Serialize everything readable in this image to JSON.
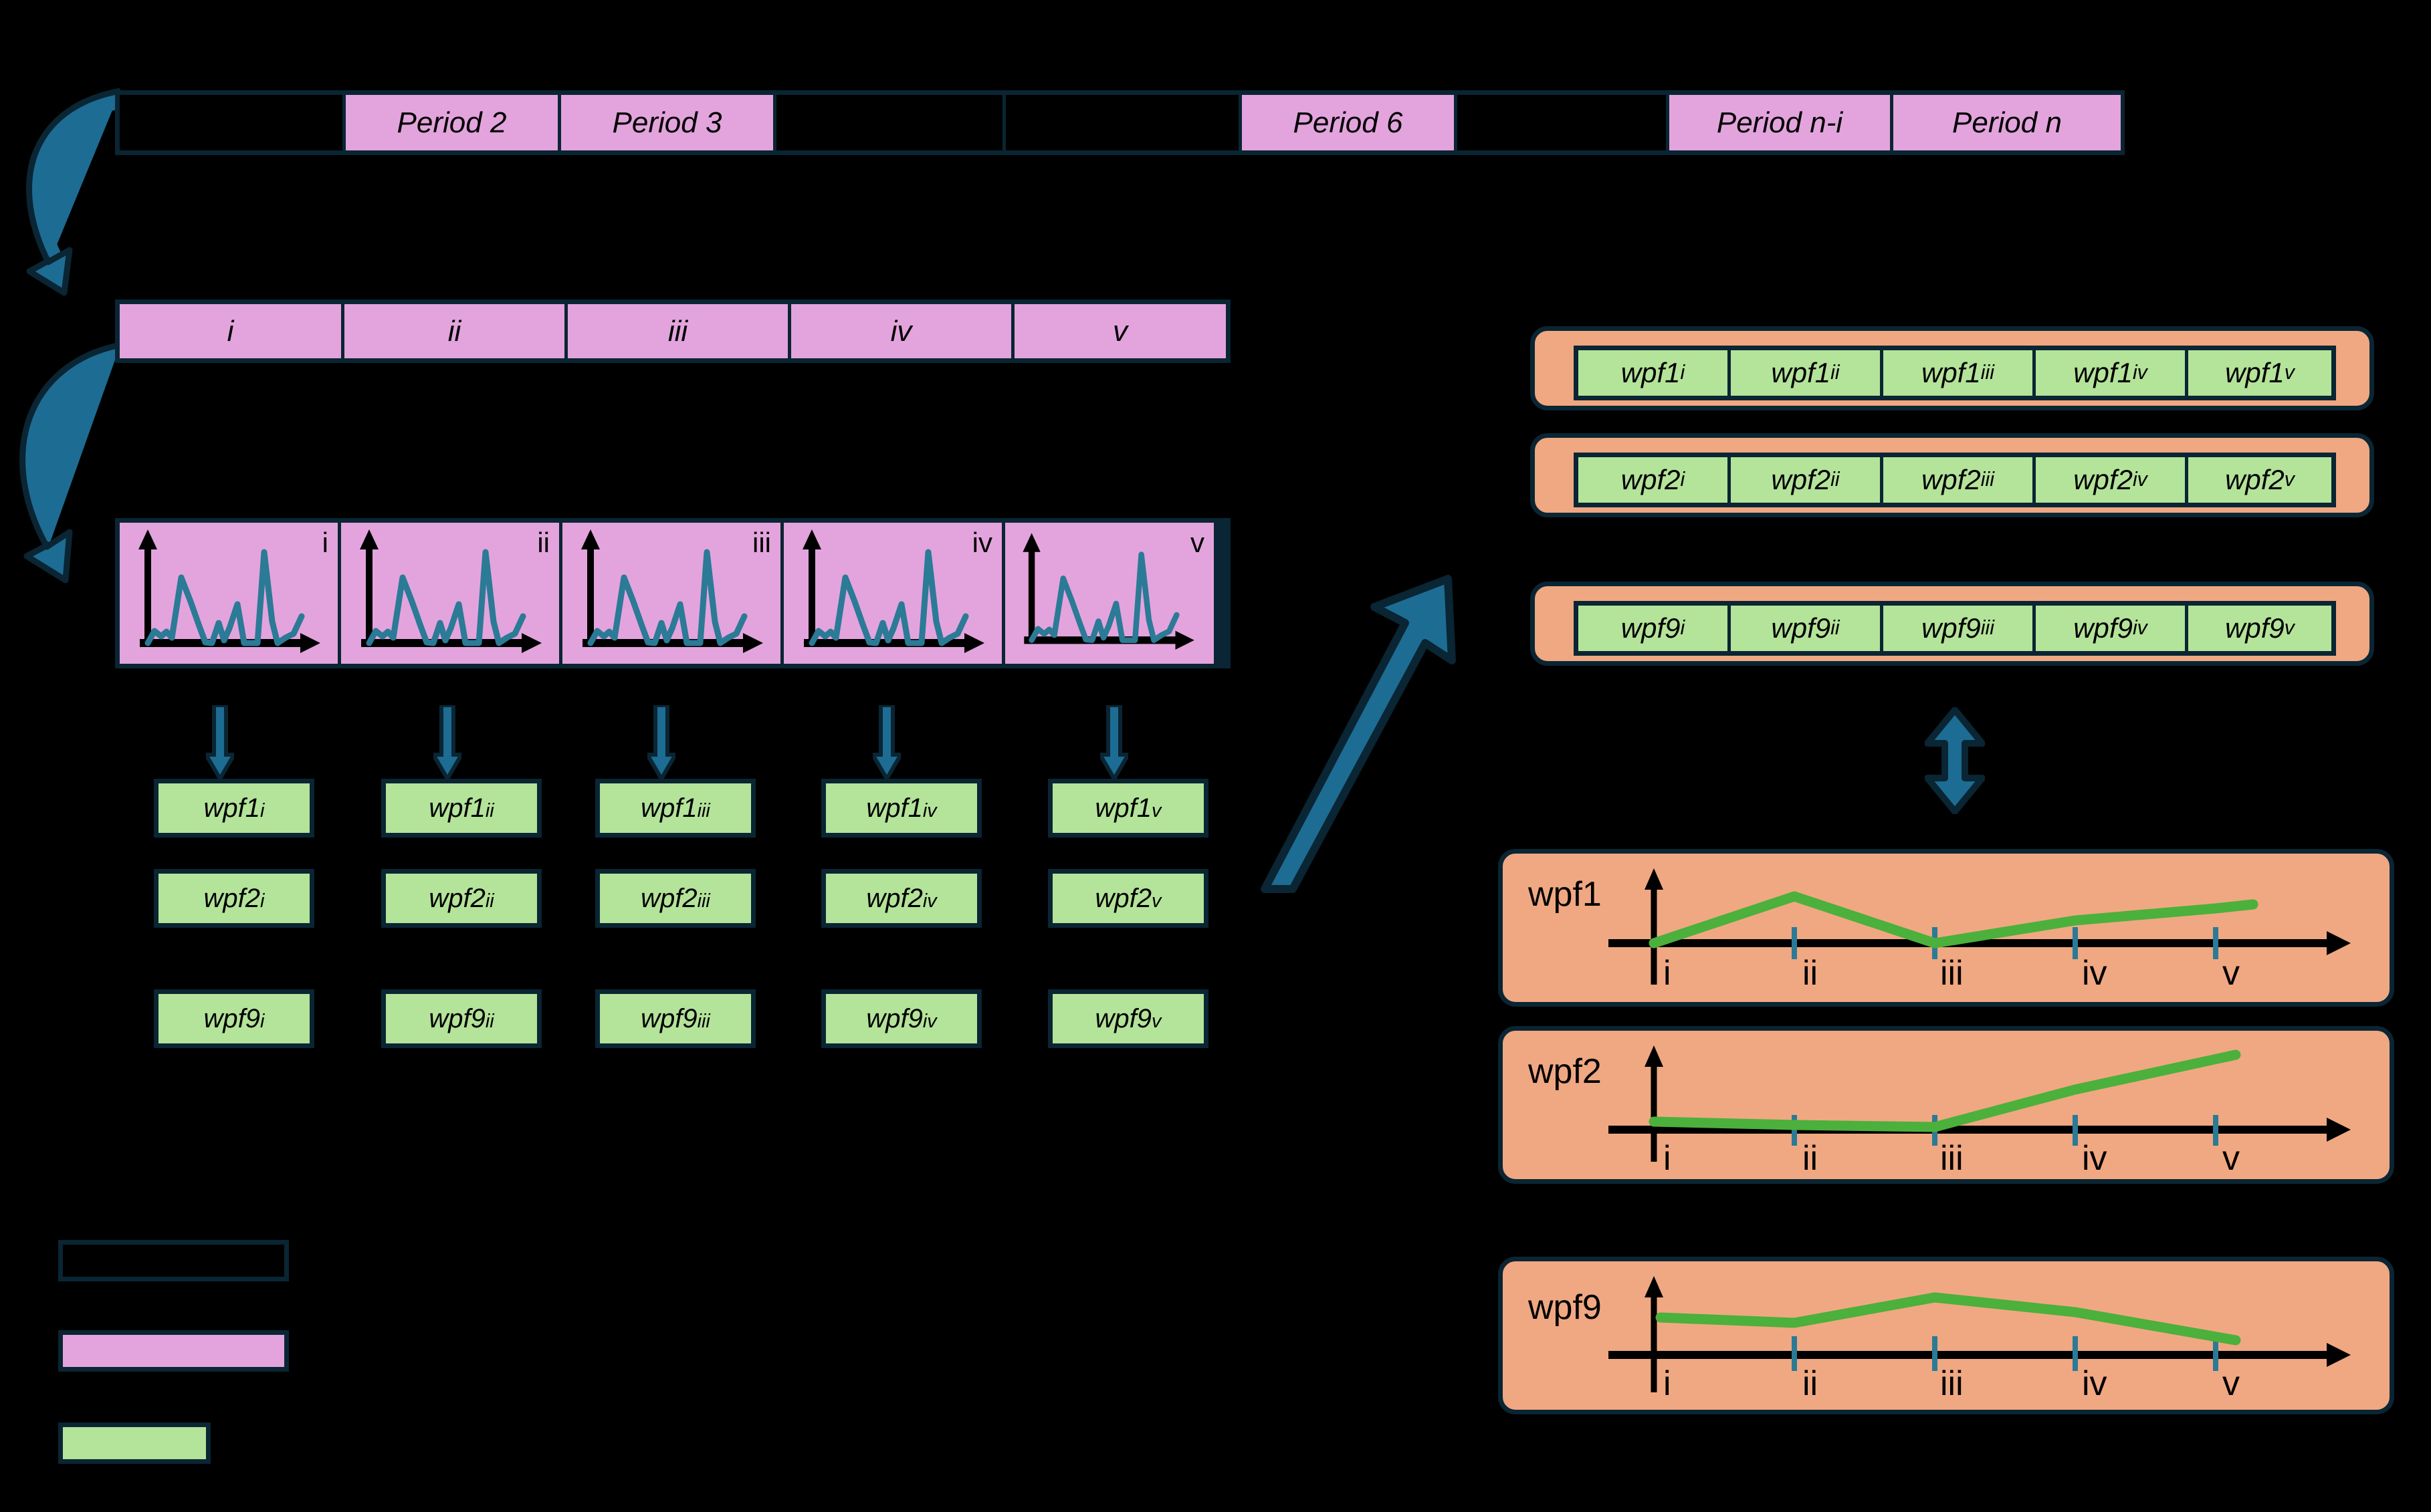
{
  "colors": {
    "background": "#000000",
    "outline": "#0a2533",
    "period_fill": "#e3a4dd",
    "wpf_fill": "#b4e39a",
    "panel_fill": "#f0a882",
    "arrow_fill": "#1d6c93",
    "series_line": "#4cb03c",
    "signal_line": "#2b7a96",
    "tick_mark": "#2b7a96"
  },
  "period_bar": {
    "name": "period-timeline",
    "cells": [
      {
        "label": "",
        "filled": false
      },
      {
        "label": "Period 2",
        "filled": true
      },
      {
        "label": "Period 3",
        "filled": true
      },
      {
        "label": "",
        "filled": false
      },
      {
        "label": "",
        "filled": false
      },
      {
        "label": "Period 6",
        "filled": true
      },
      {
        "label": "",
        "filled": false
      },
      {
        "label": "Period n-i",
        "filled": true
      },
      {
        "label": "Period n",
        "filled": true
      }
    ]
  },
  "subperiod_bar": {
    "name": "subperiod-timeline",
    "cells": [
      "i",
      "ii",
      "iii",
      "iv",
      "v"
    ]
  },
  "signal_panels": {
    "labels": [
      "i",
      "ii",
      "iii",
      "iv",
      "v"
    ]
  },
  "wpf_grid": {
    "columns": [
      "i",
      "ii",
      "iii",
      "iv",
      "v"
    ],
    "rows": [
      {
        "base": "wpf1",
        "cells": [
          "wpf1i",
          "wpf1ii",
          "wpf1iii",
          "wpf1iv",
          "wpf1v"
        ]
      },
      {
        "base": "wpf2",
        "cells": [
          "wpf2i",
          "wpf2ii",
          "wpf2iii",
          "wpf2iv",
          "wpf2v"
        ]
      },
      {
        "base": "wpf9",
        "cells": [
          "wpf9i",
          "wpf9ii",
          "wpf9iii",
          "wpf9iv",
          "wpf9v"
        ]
      }
    ]
  },
  "feature_strips": [
    {
      "base": "wpf1",
      "cells": [
        "wpf1i",
        "wpf1ii",
        "wpf1iii",
        "wpf1iv",
        "wpf1v"
      ]
    },
    {
      "base": "wpf2",
      "cells": [
        "wpf2i",
        "wpf2ii",
        "wpf2iii",
        "wpf2iv",
        "wpf2v"
      ]
    },
    {
      "base": "wpf9",
      "cells": [
        "wpf9i",
        "wpf9ii",
        "wpf9iii",
        "wpf9iv",
        "wpf9v"
      ]
    }
  ],
  "legend": {
    "items": [
      {
        "name": "period-swatch",
        "fill": "#000000",
        "label": ""
      },
      {
        "name": "subperiod-swatch",
        "fill": "#e3a4dd",
        "label": ""
      },
      {
        "name": "feature-swatch",
        "fill": "#b4e39a",
        "label": ""
      }
    ]
  },
  "chart_data": [
    {
      "type": "line",
      "title": "wpf1",
      "categories": [
        "i",
        "ii",
        "iii",
        "iv",
        "v"
      ],
      "x": [
        0,
        1,
        2,
        3,
        4
      ],
      "values": [
        0.0,
        1.0,
        0.0,
        0.62,
        0.82
      ],
      "xlabel": "",
      "ylabel": "",
      "ylim": [
        0,
        1.1
      ],
      "grid": false,
      "legend": "none"
    },
    {
      "type": "line",
      "title": "wpf2",
      "categories": [
        "i",
        "ii",
        "iii",
        "iv",
        "v"
      ],
      "x": [
        0,
        1,
        2,
        3,
        4
      ],
      "values": [
        0.1,
        0.07,
        0.05,
        0.58,
        1.0
      ],
      "xlabel": "",
      "ylabel": "",
      "ylim": [
        0,
        1.1
      ],
      "grid": false,
      "legend": "none"
    },
    {
      "type": "line",
      "title": "wpf9",
      "categories": [
        "i",
        "ii",
        "iii",
        "iv",
        "v"
      ],
      "x": [
        0,
        1,
        2,
        3,
        4
      ],
      "values": [
        0.62,
        0.55,
        0.92,
        0.7,
        0.16
      ],
      "xlabel": "",
      "ylabel": "",
      "ylim": [
        0,
        1.1
      ],
      "grid": false,
      "legend": "none"
    },
    {
      "type": "line",
      "title": "sub-period signal",
      "categories": [],
      "x": [
        0,
        1,
        2,
        3,
        4,
        5,
        6,
        7,
        8,
        9,
        10,
        11,
        12,
        13,
        14,
        15,
        16,
        17,
        18,
        19,
        20,
        21,
        22,
        23
      ],
      "values": [
        0.0,
        0.14,
        0.08,
        0.11,
        0.06,
        0.78,
        0.55,
        0.4,
        0.08,
        0.0,
        0.17,
        0.02,
        0.13,
        0.37,
        0.22,
        0.0,
        0.0,
        0.0,
        1.0,
        0.42,
        0.0,
        0.05,
        0.12,
        0.45
      ],
      "xlabel": "",
      "ylabel": "",
      "grid": false,
      "legend": "none"
    }
  ]
}
